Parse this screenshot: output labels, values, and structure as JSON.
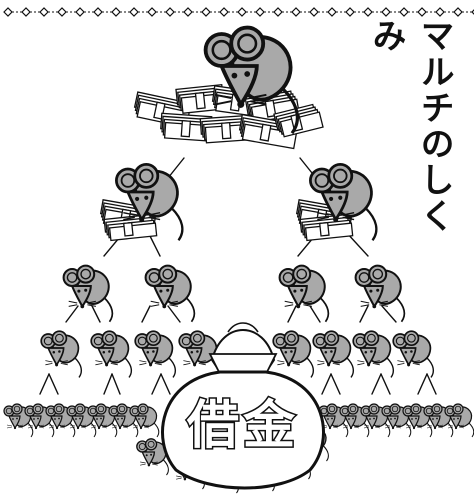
{
  "title": "マルチのしくみ",
  "debt_label": "借金",
  "colors": {
    "mouse_gray": "#a9a9a9",
    "line": "#111111",
    "paper": "#ffffff"
  },
  "icons": {
    "border": "diamond-chain-border",
    "mouse": "mouse-icon",
    "money": "money-stack-icon",
    "bag": "money-bag-icon"
  }
}
